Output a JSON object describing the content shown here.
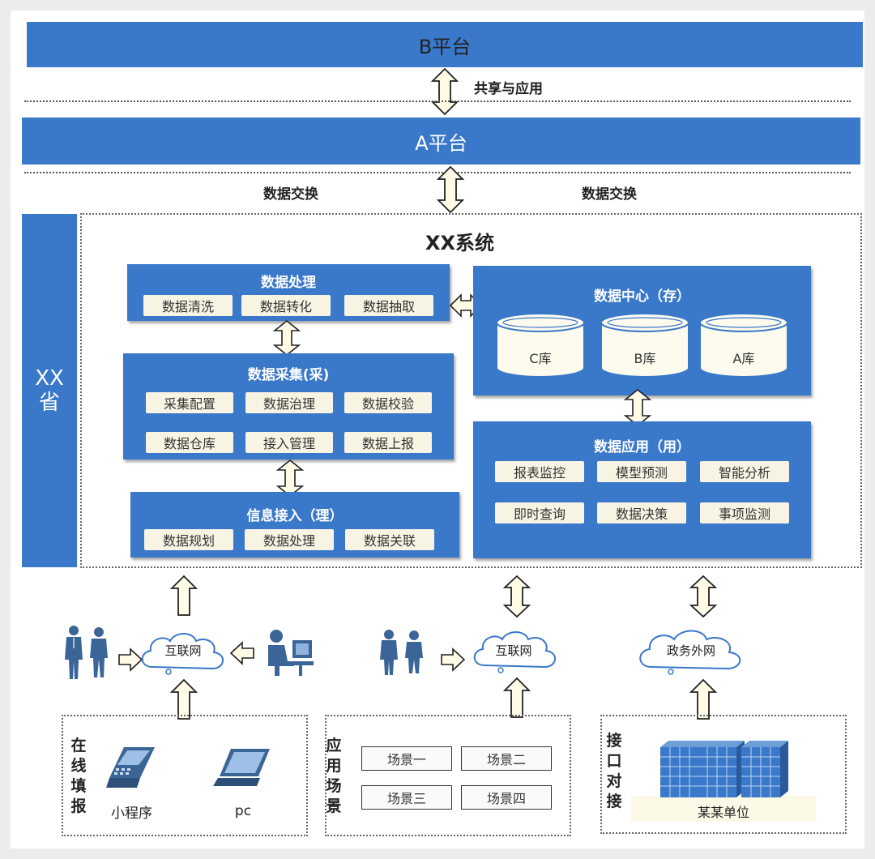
{
  "b_platform": "B平台",
  "a_platform": "A平台",
  "share_label": "共享与应用",
  "exchange_left": "数据交换",
  "exchange_right": "数据交换",
  "province": {
    "line1": "XX",
    "line2": "省"
  },
  "system_title": "XX系统",
  "processing": {
    "title": "数据处理",
    "items": [
      "数据清洗",
      "数据转化",
      "数据抽取"
    ]
  },
  "collection": {
    "title": "数据采集(采)",
    "items": [
      "采集配置",
      "数据治理",
      "数据校验",
      "数据仓库",
      "接入管理",
      "数据上报"
    ]
  },
  "access": {
    "title": "信息接入（理）",
    "items": [
      "数据规划",
      "数据处理",
      "数据关联"
    ]
  },
  "center": {
    "title": "数据中心（存）",
    "dbs": [
      "C库",
      "B库",
      "A库"
    ]
  },
  "application": {
    "title": "数据应用（用）",
    "items": [
      "报表监控",
      "模型预测",
      "智能分析",
      "即时查询",
      "数据决策",
      "事项监测"
    ]
  },
  "clouds": {
    "internet_left": "互联网",
    "internet_mid": "互联网",
    "gov_net": "政务外网"
  },
  "online": {
    "label": [
      "在",
      "线",
      "填",
      "报"
    ],
    "mini": "小程序",
    "pc": "pc"
  },
  "scenes": {
    "label": [
      "应",
      "用",
      "场",
      "景"
    ],
    "items": [
      "场景一",
      "场景二",
      "场景三",
      "场景四"
    ]
  },
  "interface": {
    "label": [
      "接",
      "口",
      "对",
      "接"
    ],
    "unit": "某某单位"
  },
  "colors": {
    "primary": "#3a78c9",
    "chip": "#f7f4e3",
    "arrow_fill": "#fffbe6"
  }
}
